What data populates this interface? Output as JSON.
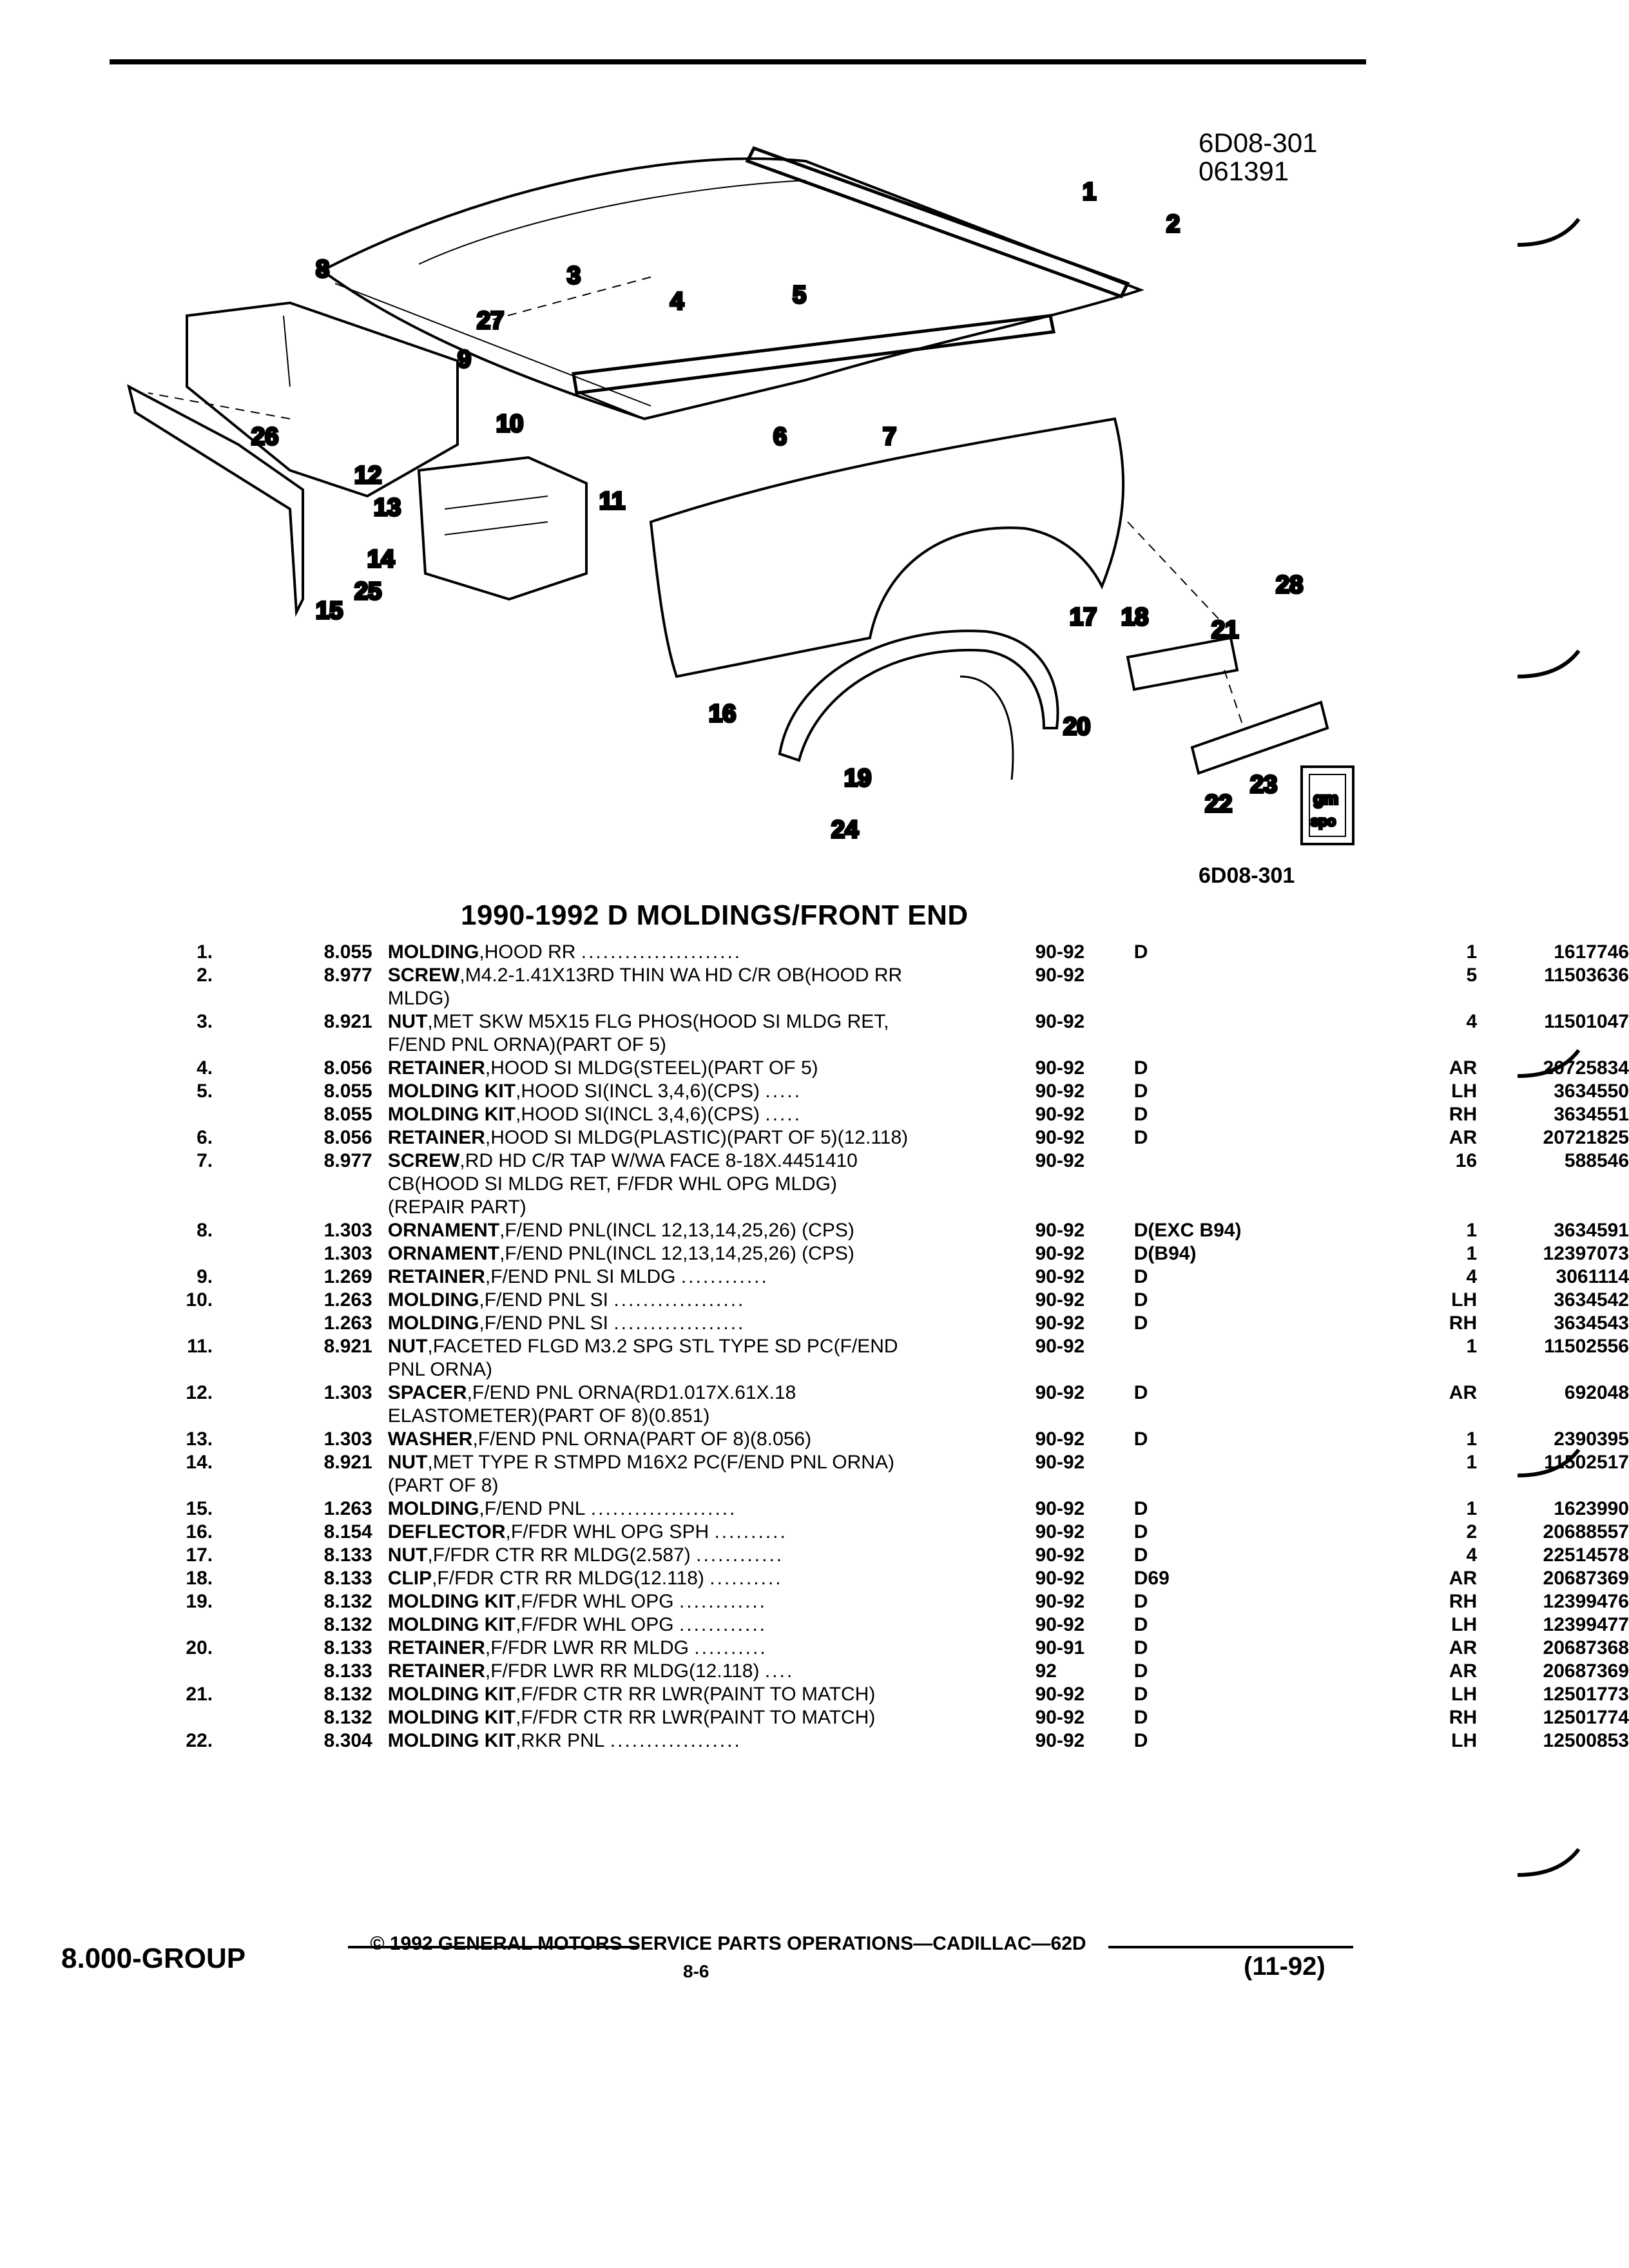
{
  "figure": {
    "code_1": "6D08-301",
    "code_2": "061391",
    "code_bottom": "6D08-301"
  },
  "callouts": [
    "1",
    "2",
    "3",
    "4",
    "5",
    "6",
    "7",
    "8",
    "9",
    "10",
    "11",
    "12",
    "13",
    "14",
    "15",
    "16",
    "17",
    "18",
    "19",
    "20",
    "21",
    "22",
    "23",
    "24",
    "25",
    "26",
    "27",
    "28"
  ],
  "logo": {
    "line1": "gm",
    "line2": "spo"
  },
  "section_title": "1990-1992 D MOLDINGS/FRONT END",
  "rows": [
    {
      "num": "1.",
      "grp": "8.055",
      "name": "MOLDING",
      "desc": ",HOOD RR",
      "dots": "......................",
      "yr": "90-92",
      "opt": "D",
      "qty": "1",
      "pn": "1617746"
    },
    {
      "num": "2.",
      "grp": "8.977",
      "name": "SCREW",
      "desc": ",M4.2-1.41X13RD THIN WA HD C/R OB(HOOD RR MLDG)",
      "dots": "",
      "yr": "90-92",
      "opt": "",
      "qty": "5",
      "pn": "11503636"
    },
    {
      "num": "3.",
      "grp": "8.921",
      "name": "NUT",
      "desc": ",MET SKW M5X15 FLG PHOS(HOOD SI MLDG RET, F/END PNL ORNA)(PART OF 5)",
      "dots": "",
      "yr": "90-92",
      "opt": "",
      "qty": "4",
      "pn": "11501047"
    },
    {
      "num": "4.",
      "grp": "8.056",
      "name": "RETAINER",
      "desc": ",HOOD SI MLDG(STEEL)(PART OF 5)",
      "dots": "",
      "yr": "90-92",
      "opt": "D",
      "qty": "AR",
      "pn": "20725834"
    },
    {
      "num": "5.",
      "grp": "8.055",
      "name": "MOLDING KIT",
      "desc": ",HOOD SI(INCL 3,4,6)(CPS)",
      "dots": ".....",
      "yr": "90-92",
      "opt": "D",
      "qty": "LH",
      "pn": "3634550"
    },
    {
      "num": "",
      "grp": "8.055",
      "name": "MOLDING KIT",
      "desc": ",HOOD SI(INCL 3,4,6)(CPS)",
      "dots": ".....",
      "yr": "90-92",
      "opt": "D",
      "qty": "RH",
      "pn": "3634551"
    },
    {
      "num": "6.",
      "grp": "8.056",
      "name": "RETAINER",
      "desc": ",HOOD SI MLDG(PLASTIC)(PART OF 5)(12.118)",
      "dots": "",
      "yr": "90-92",
      "opt": "D",
      "qty": "AR",
      "pn": "20721825"
    },
    {
      "num": "7.",
      "grp": "8.977",
      "name": "SCREW",
      "desc": ",RD HD C/R TAP W/WA FACE 8-18X.4451410 CB(HOOD SI MLDG RET, F/FDR WHL OPG MLDG)(REPAIR PART)",
      "dots": "",
      "yr": "90-92",
      "opt": "",
      "qty": "16",
      "pn": "588546"
    },
    {
      "num": "8.",
      "grp": "1.303",
      "name": "ORNAMENT",
      "desc": ",F/END PNL(INCL 12,13,14,25,26) (CPS)",
      "dots": "",
      "yr": "90-92",
      "opt": "D(EXC B94)",
      "qty": "1",
      "pn": "3634591"
    },
    {
      "num": "",
      "grp": "1.303",
      "name": "ORNAMENT",
      "desc": ",F/END PNL(INCL 12,13,14,25,26) (CPS)",
      "dots": "",
      "yr": "90-92",
      "opt": "D(B94)",
      "qty": "1",
      "pn": "12397073"
    },
    {
      "num": "9.",
      "grp": "1.269",
      "name": "RETAINER",
      "desc": ",F/END PNL SI MLDG",
      "dots": "............",
      "yr": "90-92",
      "opt": "D",
      "qty": "4",
      "pn": "3061114"
    },
    {
      "num": "10.",
      "grp": "1.263",
      "name": "MOLDING",
      "desc": ",F/END PNL SI",
      "dots": "..................",
      "yr": "90-92",
      "opt": "D",
      "qty": "LH",
      "pn": "3634542"
    },
    {
      "num": "",
      "grp": "1.263",
      "name": "MOLDING",
      "desc": ",F/END PNL SI",
      "dots": "..................",
      "yr": "90-92",
      "opt": "D",
      "qty": "RH",
      "pn": "3634543"
    },
    {
      "num": "11.",
      "grp": "8.921",
      "name": "NUT",
      "desc": ",FACETED FLGD M3.2 SPG STL TYPE SD PC(F/END PNL ORNA)",
      "dots": "",
      "yr": "90-92",
      "opt": "",
      "qty": "1",
      "pn": "11502556"
    },
    {
      "num": "12.",
      "grp": "1.303",
      "name": "SPACER",
      "desc": ",F/END PNL ORNA(RD1.017X.61X.18 ELASTOMETER)(PART OF 8)(0.851)",
      "dots": "",
      "yr": "90-92",
      "opt": "D",
      "qty": "AR",
      "pn": "692048"
    },
    {
      "num": "13.",
      "grp": "1.303",
      "name": "WASHER",
      "desc": ",F/END PNL ORNA(PART OF 8)(8.056)",
      "dots": "",
      "yr": "90-92",
      "opt": "D",
      "qty": "1",
      "pn": "2390395"
    },
    {
      "num": "14.",
      "grp": "8.921",
      "name": "NUT",
      "desc": ",MET TYPE R STMPD M16X2 PC(F/END PNL ORNA)(PART OF 8)",
      "dots": "",
      "yr": "90-92",
      "opt": "",
      "qty": "1",
      "pn": "11502517"
    },
    {
      "num": "15.",
      "grp": "1.263",
      "name": "MOLDING",
      "desc": ",F/END PNL",
      "dots": "....................",
      "yr": "90-92",
      "opt": "D",
      "qty": "1",
      "pn": "1623990"
    },
    {
      "num": "16.",
      "grp": "8.154",
      "name": "DEFLECTOR",
      "desc": ",F/FDR WHL OPG SPH",
      "dots": "..........",
      "yr": "90-92",
      "opt": "D",
      "qty": "2",
      "pn": "20688557"
    },
    {
      "num": "17.",
      "grp": "8.133",
      "name": "NUT",
      "desc": ",F/FDR CTR RR MLDG(2.587)",
      "dots": "............",
      "yr": "90-92",
      "opt": "D",
      "qty": "4",
      "pn": "22514578"
    },
    {
      "num": "18.",
      "grp": "8.133",
      "name": "CLIP",
      "desc": ",F/FDR CTR RR MLDG(12.118)",
      "dots": "..........",
      "yr": "90-92",
      "opt": "D69",
      "qty": "AR",
      "pn": "20687369"
    },
    {
      "num": "19.",
      "grp": "8.132",
      "name": "MOLDING KIT",
      "desc": ",F/FDR WHL OPG",
      "dots": "............",
      "yr": "90-92",
      "opt": "D",
      "qty": "RH",
      "pn": "12399476"
    },
    {
      "num": "",
      "grp": "8.132",
      "name": "MOLDING KIT",
      "desc": ",F/FDR WHL OPG",
      "dots": "............",
      "yr": "90-92",
      "opt": "D",
      "qty": "LH",
      "pn": "12399477"
    },
    {
      "num": "20.",
      "grp": "8.133",
      "name": "RETAINER",
      "desc": ",F/FDR LWR RR MLDG",
      "dots": "..........",
      "yr": "90-91",
      "opt": "D",
      "qty": "AR",
      "pn": "20687368"
    },
    {
      "num": "",
      "grp": "8.133",
      "name": "RETAINER",
      "desc": ",F/FDR LWR RR MLDG(12.118)",
      "dots": "....",
      "yr": "92",
      "opt": "D",
      "qty": "AR",
      "pn": "20687369"
    },
    {
      "num": "21.",
      "grp": "8.132",
      "name": "MOLDING KIT",
      "desc": ",F/FDR CTR RR LWR(PAINT TO MATCH)",
      "dots": "",
      "yr": "90-92",
      "opt": "D",
      "qty": "LH",
      "pn": "12501773"
    },
    {
      "num": "",
      "grp": "8.132",
      "name": "MOLDING KIT",
      "desc": ",F/FDR CTR RR LWR(PAINT TO MATCH)",
      "dots": "",
      "yr": "90-92",
      "opt": "D",
      "qty": "RH",
      "pn": "12501774"
    },
    {
      "num": "22.",
      "grp": "8.304",
      "name": "MOLDING KIT",
      "desc": ",RKR PNL",
      "dots": "..................",
      "yr": "90-92",
      "opt": "D",
      "qty": "LH",
      "pn": "12500853"
    }
  ],
  "footer": {
    "group": "8.000-GROUP",
    "copyright": "© 1992 GENERAL MOTORS SERVICE PARTS OPERATIONS—CADILLAC—62D",
    "page": "8-6",
    "revision": "(11-92)"
  }
}
